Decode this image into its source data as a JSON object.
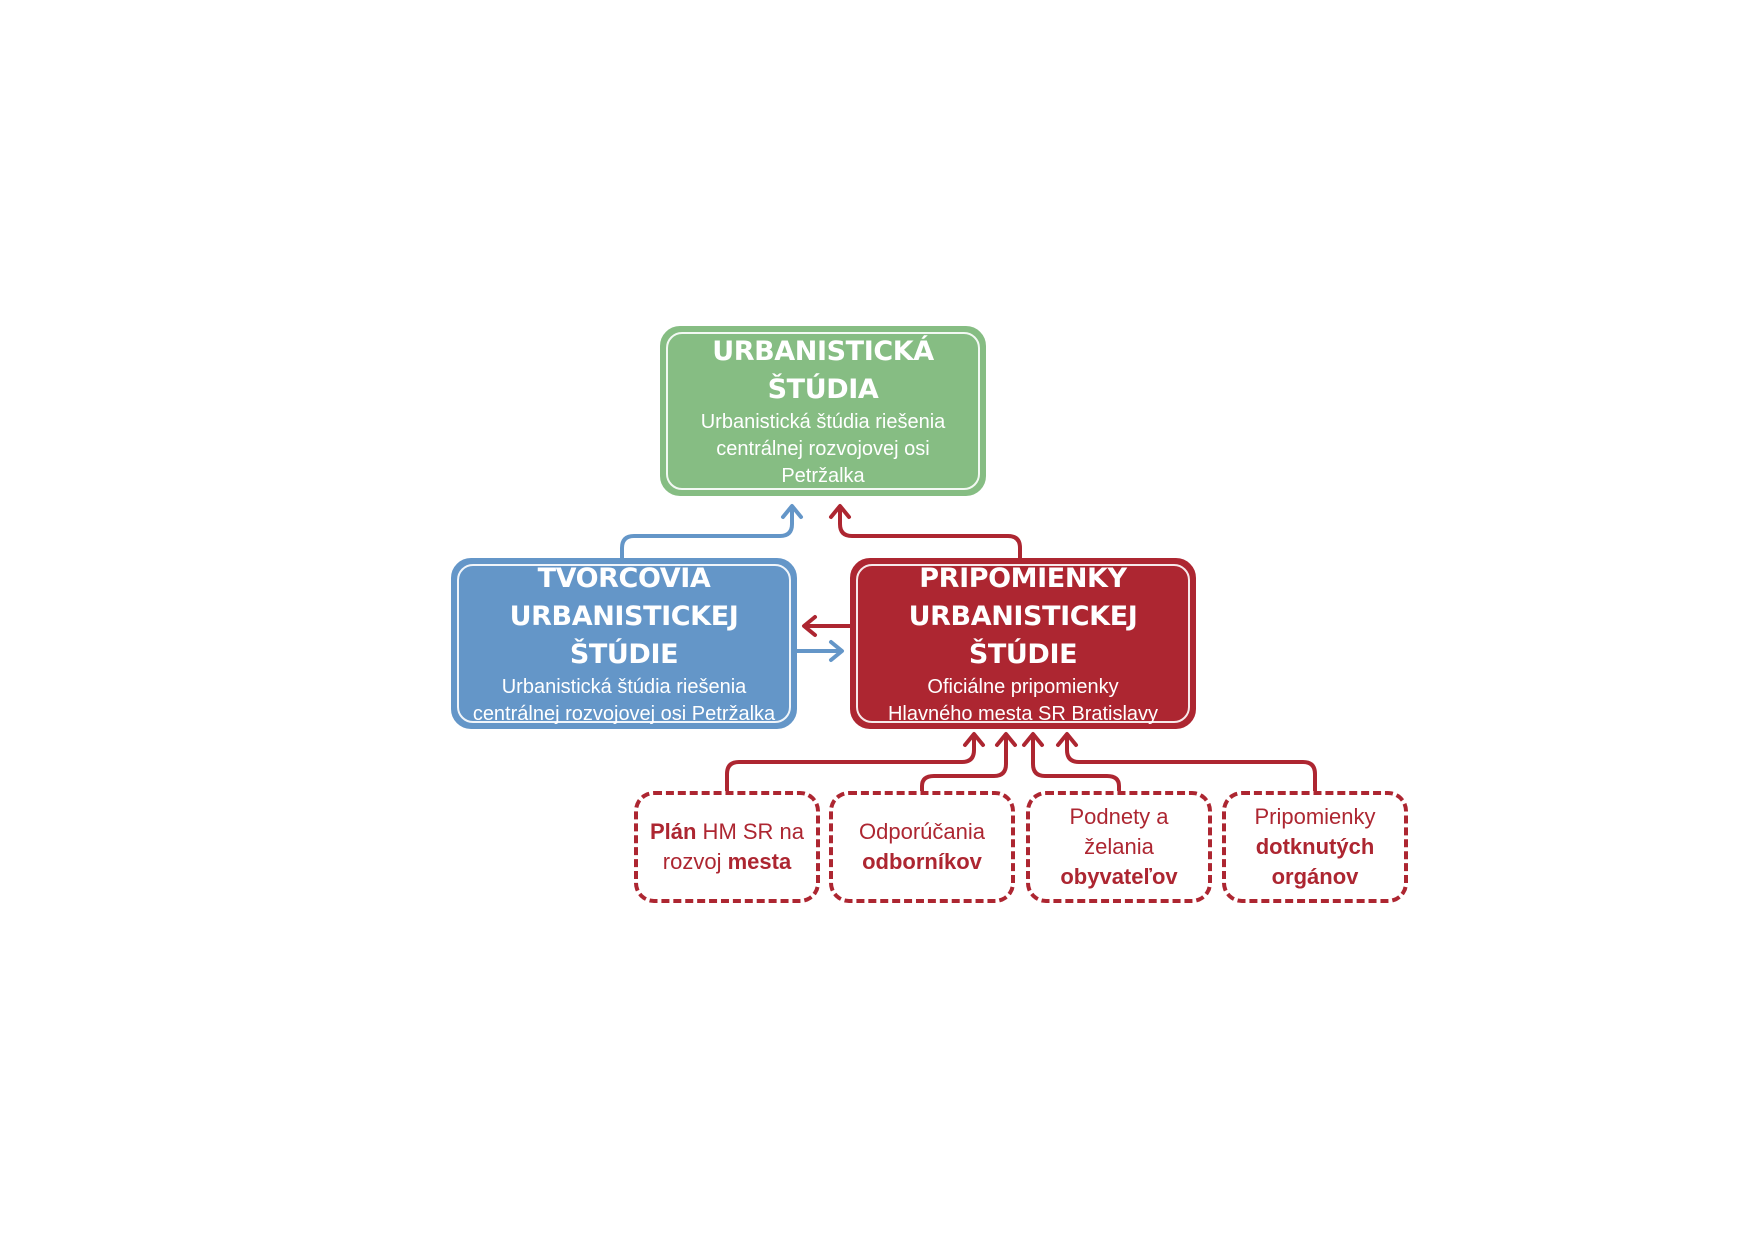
{
  "colors": {
    "green": "#86bd83",
    "blue": "#6496c8",
    "red": "#ad2631",
    "white": "#ffffff"
  },
  "study": {
    "title": "URBANISTICKÁ ŠTÚDIA",
    "subtitle_lines": [
      "Urbanistická štúdia riešenia",
      "centrálnej rozvojovej osi",
      "Petržalka"
    ]
  },
  "creators": {
    "title_lines": [
      "TVORCOVIA",
      "URBANISTICKEJ ŠTÚDIE"
    ],
    "subtitle_lines": [
      "Urbanistická štúdia riešenia",
      "centrálnej rozvojovej osi Petržalka"
    ]
  },
  "comments": {
    "title_lines": [
      "PRIPOMIENKY",
      "URBANISTICKEJ ŠTÚDIE"
    ],
    "subtitle_lines": [
      "Oficiálne pripomienky",
      "Hlavného mesta SR Bratislavy"
    ]
  },
  "inputs": [
    {
      "line1_bold": "Plán",
      "line1_rest": " HM SR na",
      "line2_normal": "rozvoj ",
      "line2_bold": "mesta"
    },
    {
      "line1": "Odporúčania",
      "line2_bold": "odborníkov"
    },
    {
      "line1": "Podnety a",
      "line2": "želania",
      "line3_bold": "obyvateľov"
    },
    {
      "line1": "Pripomienky",
      "line2_bold": "dotknutých",
      "line3_bold": "orgánov"
    }
  ]
}
